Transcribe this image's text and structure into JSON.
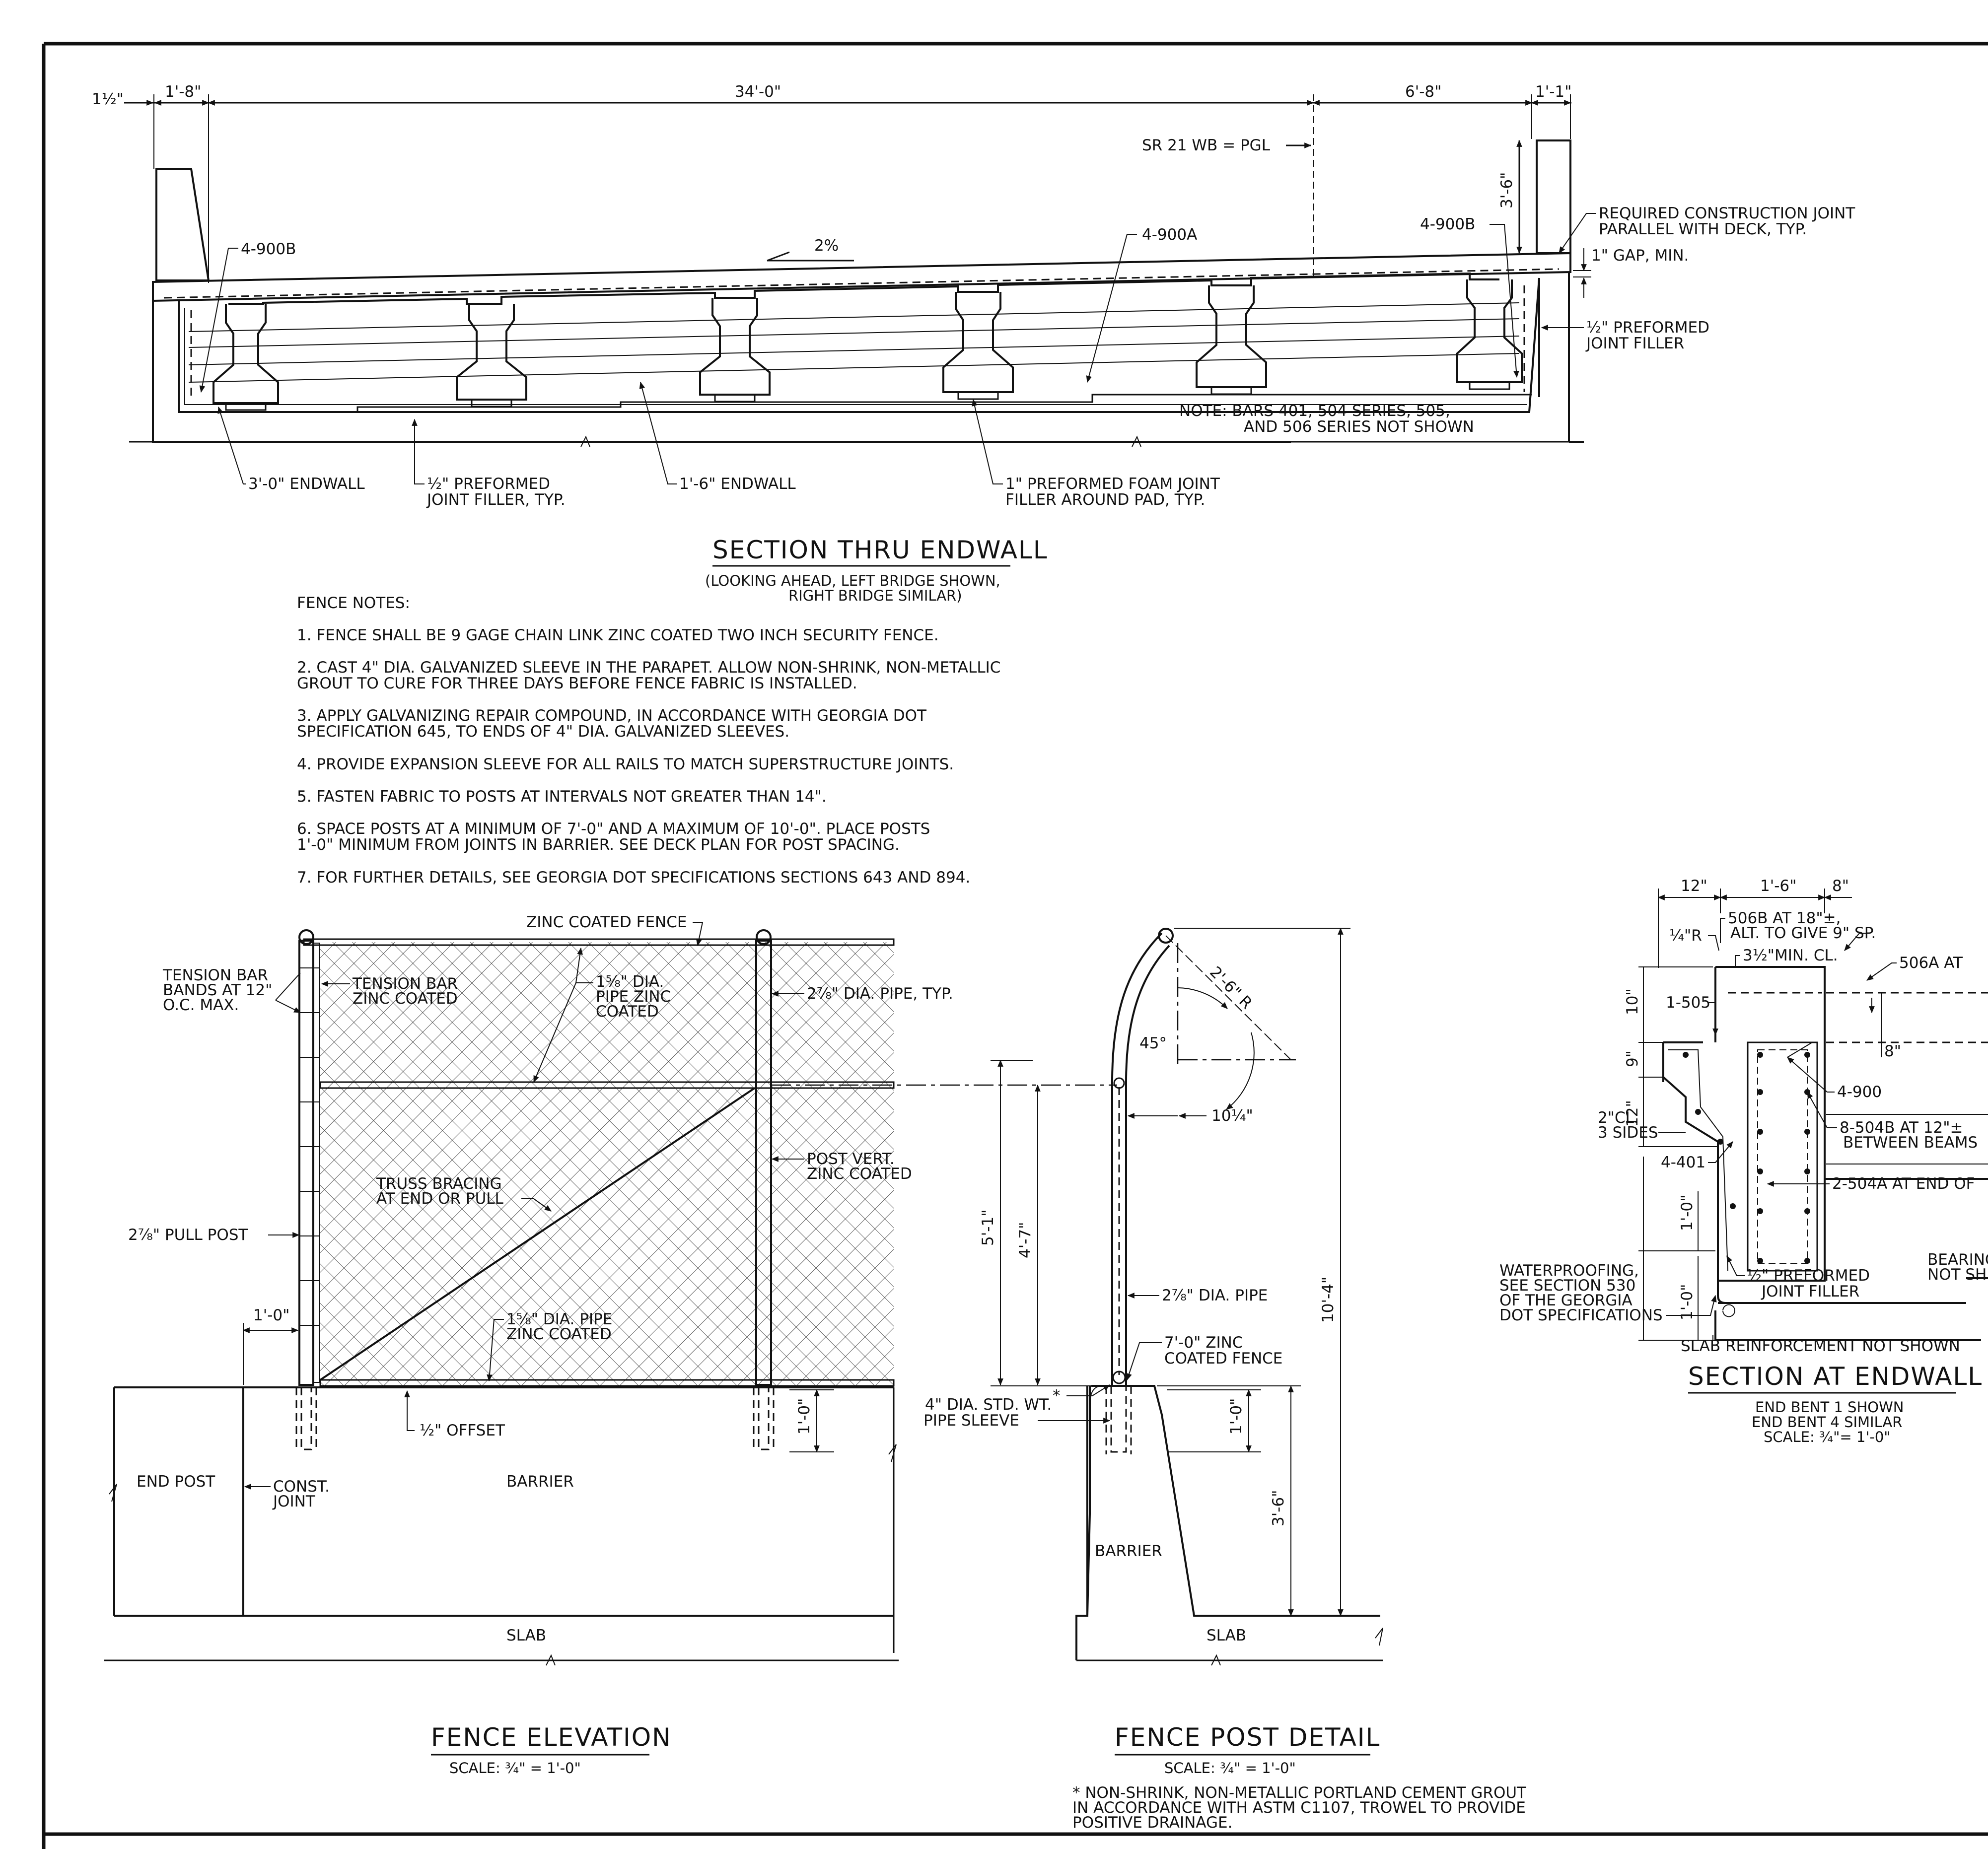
{
  "section_thru_endwall": {
    "dims": [
      "1½\"",
      "1'-8\"",
      "34'-0\"",
      "6'-8\"",
      "1'-1\""
    ],
    "pgl": "SR 21 WB = PGL",
    "height_dim": "3'-6\"",
    "slope": "2%",
    "labels": {
      "bar_900b_left": "4-900B",
      "bar_900a": "4-900A",
      "bar_900b_right": "4-900B",
      "req_joint_1": "REQUIRED CONSTRUCTION JOINT",
      "req_joint_2": "PARALLEL WITH DECK, TYP.",
      "gap": "1\" GAP, MIN.",
      "filler_1": "½\" PREFORMED",
      "filler_2": "JOINT FILLER",
      "note_1": "NOTE: BARS 401, 504 SERIES, 505,",
      "note_2": "AND 506 SERIES NOT SHOWN",
      "endwall_3": "3'-0\" ENDWALL",
      "filler_typ_1": "½\" PREFORMED",
      "filler_typ_2": "JOINT FILLER, TYP.",
      "endwall_16": "1'-6\" ENDWALL",
      "foam_1": "1\" PREFORMED FOAM JOINT",
      "foam_2": "FILLER AROUND PAD, TYP."
    },
    "title": "SECTION THRU ENDWALL",
    "subtitle_1": "(LOOKING AHEAD, LEFT BRIDGE SHOWN,",
    "subtitle_2": "RIGHT BRIDGE SIMILAR)"
  },
  "fence_notes": {
    "heading": "FENCE NOTES:",
    "lines": [
      "1.  FENCE SHALL BE 9 GAGE CHAIN LINK ZINC COATED TWO INCH SECURITY FENCE.",
      "2.  CAST 4\" DIA. GALVANIZED SLEEVE IN THE PARAPET. ALLOW NON-SHRINK, NON-METALLIC",
      "     GROUT TO CURE FOR THREE DAYS BEFORE FENCE FABRIC IS INSTALLED.",
      "3.  APPLY GALVANIZING REPAIR COMPOUND, IN ACCORDANCE WITH GEORGIA DOT",
      "     SPECIFICATION 645, TO ENDS OF 4\" DIA. GALVANIZED SLEEVES.",
      "4.  PROVIDE EXPANSION SLEEVE FOR ALL RAILS TO MATCH SUPERSTRUCTURE JOINTS.",
      "5.  FASTEN FABRIC TO POSTS AT INTERVALS NOT GREATER THAN 14\".",
      "6.  SPACE POSTS AT A MINIMUM OF 7'-0\" AND A MAXIMUM OF 10'-0\". PLACE POSTS",
      "     1'-0\" MINIMUM FROM JOINTS IN BARRIER. SEE DECK PLAN FOR POST SPACING.",
      "7.  FOR FURTHER DETAILS, SEE GEORGIA DOT SPECIFICATIONS SECTIONS 643 AND 894."
    ]
  },
  "fence_elevation": {
    "labels": {
      "zinc_fence": "ZINC COATED FENCE",
      "tension_bands_1": "TENSION BAR",
      "tension_bands_2": "BANDS AT 12\"",
      "tension_bands_3": "O.C. MAX.",
      "tension_bar_1": "TENSION BAR",
      "tension_bar_2": "ZINC COATED",
      "pipe158_1": "1⅝\" DIA.",
      "pipe158_2": "PIPE ZINC",
      "pipe158_3": "COATED",
      "pipe278_typ": "2⅞\" DIA. PIPE, TYP.",
      "truss_1": "TRUSS BRACING",
      "truss_2": "AT END OR PULL",
      "post_vert_1": "POST VERT.",
      "post_vert_2": "ZINC COATED",
      "pull_post": "2⅞\" PULL POST",
      "dim_10": "1'-0\"",
      "pipe158b_1": "1⅝\" DIA. PIPE",
      "pipe158b_2": "ZINC COATED",
      "offset": "½\" OFFSET",
      "dim_10b": "1'-0\"",
      "end_post": "END POST",
      "const_1": "CONST.",
      "const_2": "JOINT",
      "barrier": "BARRIER",
      "slab": "SLAB"
    },
    "title": "FENCE ELEVATION",
    "scale": "SCALE: ¾\" = 1'-0\""
  },
  "fence_post_detail": {
    "labels": {
      "radius": "2'-6\" R",
      "angle": "45°",
      "offset": "10¼\"",
      "dim_51": "5'-1\"",
      "dim_47": "4'-7\"",
      "dim_104": "10'-4\"",
      "pipe": "2⅞\" DIA. PIPE",
      "fence_1": "7'-0\" ZINC",
      "fence_2": "COATED FENCE",
      "star": "*",
      "sleeve_1": "4\" DIA. STD. WT.",
      "sleeve_2": "PIPE SLEEVE",
      "dim_10": "1'-0\"",
      "dim_36": "3'-6\"",
      "barrier": "BARRIER",
      "slab": "SLAB"
    },
    "title": "FENCE POST DETAIL",
    "scale": "SCALE: ¾\" = 1'-0\"",
    "footnote": [
      "* NON-SHRINK, NON-METALLIC PORTLAND CEMENT GROUT",
      "   IN ACCORDANCE WITH ASTM C1107, TROWEL TO PROVIDE",
      "   POSITIVE DRAINAGE."
    ]
  },
  "section_at_endwall": {
    "labels": {
      "d12": "12\"",
      "d16": "1'-6\"",
      "d8": "8\"",
      "bar506b_1": "506B AT 18\"±,",
      "bar506b_2": "ALT. TO GIVE 9\" SP.",
      "radius": "¼\"R",
      "clear": "3½\"MIN. CL.",
      "bar506a": "506A AT",
      "d8b": "8\"",
      "d10": "10\"",
      "bar505": "1-505",
      "d9": "9\"",
      "bar900": "4-900",
      "d12b": "12\"",
      "cl_1": "2\"CL.",
      "cl_2": "3 SIDES",
      "bar504b_1": "8-504B AT 12\"±",
      "bar504b_2": "BETWEEN BEAMS",
      "bar401": "4-401",
      "bar504a": "2-504A AT END OF",
      "d10c": "1'-0\"",
      "d10d": "1'-0\"",
      "bearing_1": "BEARING",
      "bearing_2": "NOT SH",
      "wp_1": "WATERPROOFING,",
      "wp_2": "SEE SECTION 530",
      "wp_3": "OF THE GEORGIA",
      "wp_4": "DOT SPECIFICATIONS",
      "filler_1": "½\" PREFORMED",
      "filler_2": "JOINT FILLER",
      "slab_note": "SLAB REINFORCEMENT NOT SHOWN"
    },
    "title": "SECTION AT ENDWALL",
    "sub_1": "END BENT 1 SHOWN",
    "sub_2": "END BENT 4 SIMILAR",
    "scale": "SCALE: ¾\"= 1'-0\""
  }
}
